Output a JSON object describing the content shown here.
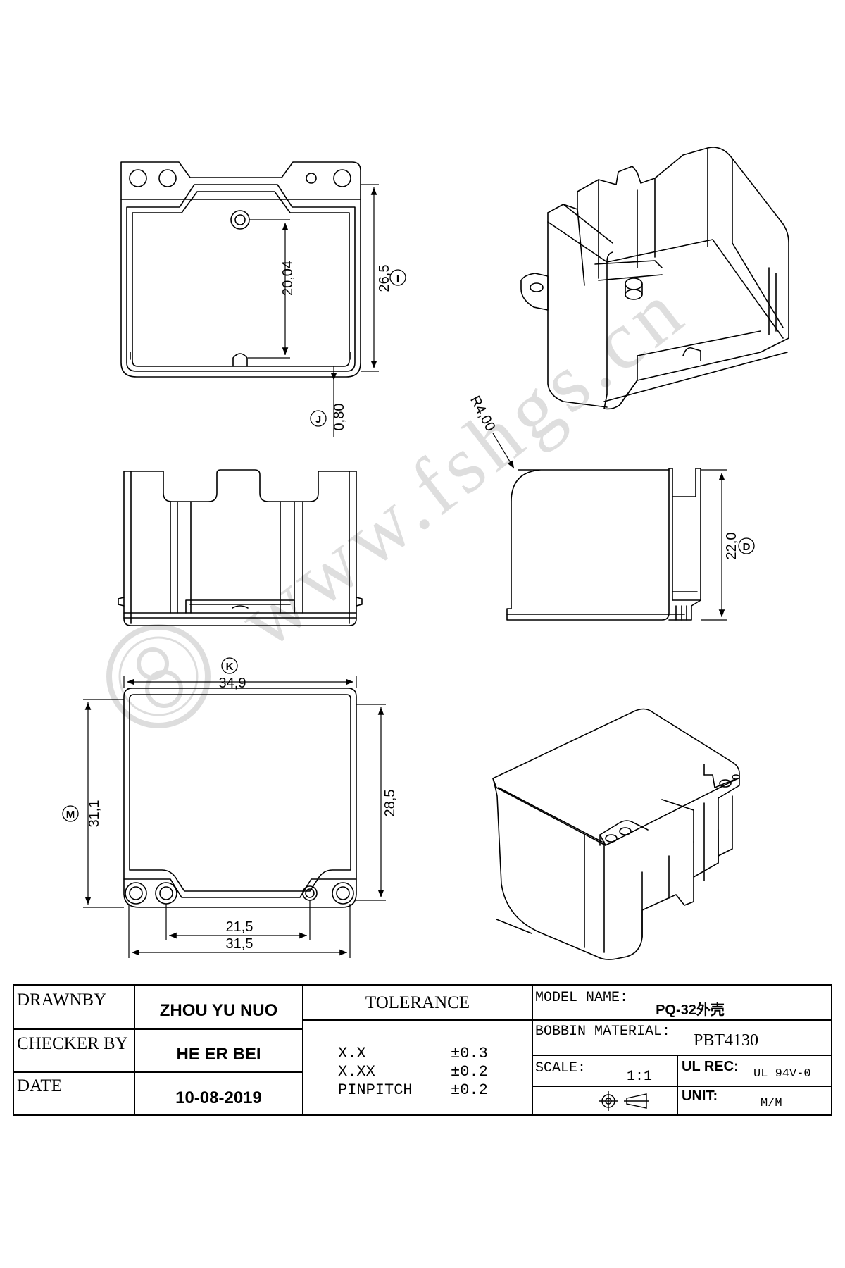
{
  "watermark": "www.fshgs.cn",
  "dimensions": {
    "top_view": {
      "height_total": "26,5",
      "height_total_ref": "I",
      "hole_pitch": "20,04",
      "wall": "0,80",
      "wall_ref": "J"
    },
    "side_view": {
      "radius": "R4,00",
      "height": "22,0",
      "height_ref": "D"
    },
    "bottom_view": {
      "width_total": "34,9",
      "width_ref": "K",
      "height_total": "31,1",
      "height_ref": "M",
      "inner_height": "28,5",
      "pin_span_inner": "21,5",
      "pin_span_outer": "31,5"
    }
  },
  "title_block": {
    "drawn_by_label": "DRAWNBY",
    "drawn_by": "ZHOU YU NUO",
    "checker_label": "CHECKER BY",
    "checker": "HE ER BEI",
    "date_label": "DATE",
    "date": "10-08-2019",
    "tolerance_title": "TOLERANCE",
    "tolerances": [
      {
        "name": "X.X",
        "value": "±0.3"
      },
      {
        "name": "X.XX",
        "value": "±0.2"
      },
      {
        "name": "PINPITCH",
        "value": "±0.2"
      }
    ],
    "model_label": "MODEL NAME:",
    "model": "PQ-32外壳",
    "material_label": "BOBBIN MATERIAL:",
    "material": "PBT4130",
    "scale_label": "SCALE:",
    "scale": "1:1",
    "ul_label": "UL REC:",
    "ul": "UL 94V-0",
    "unit_label": "UNIT:",
    "unit": "M/M"
  }
}
